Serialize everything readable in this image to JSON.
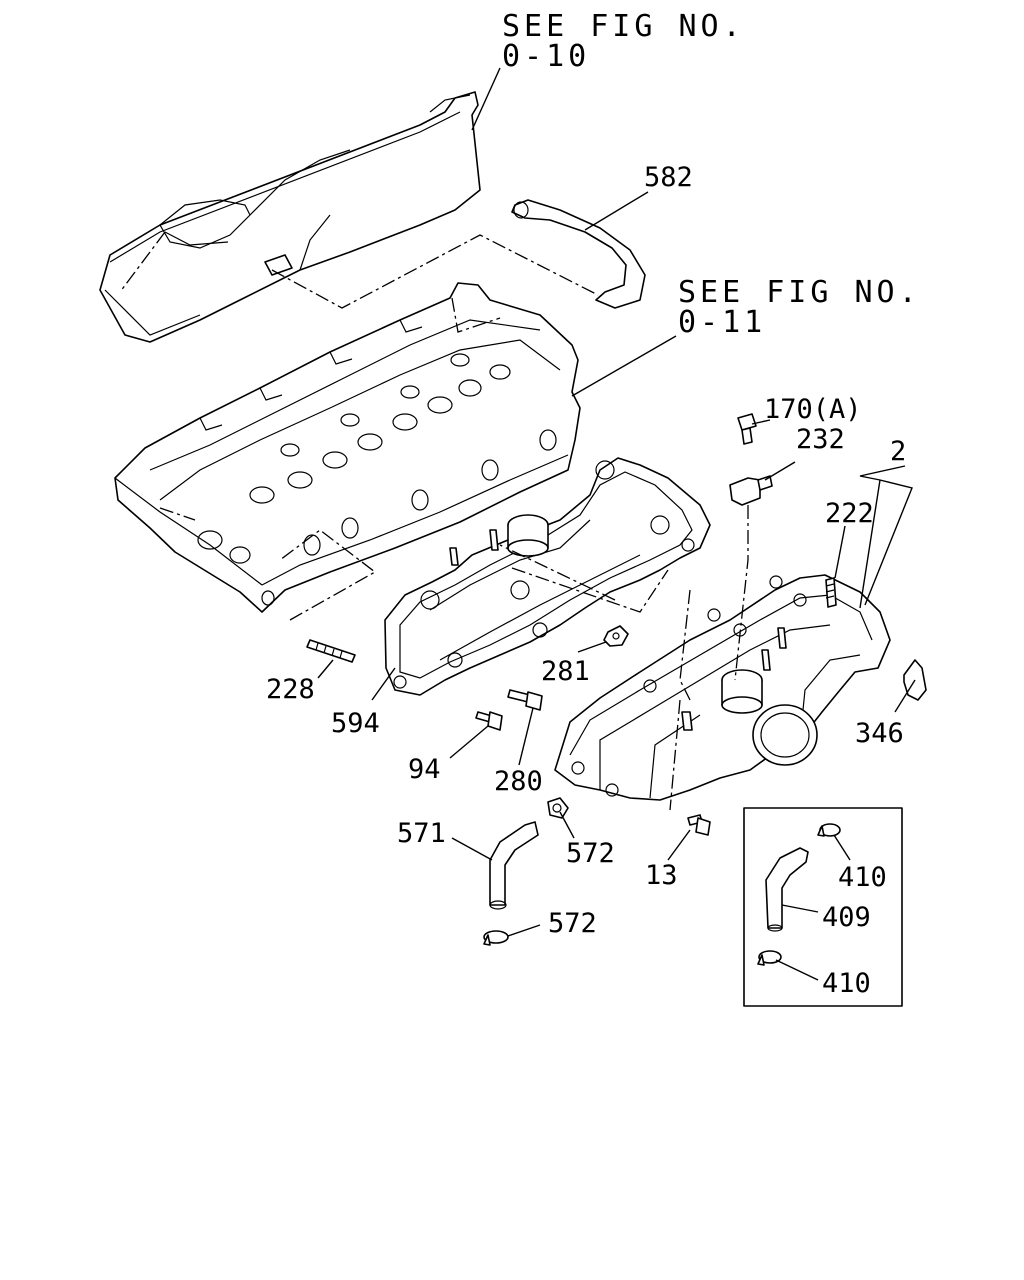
{
  "references": {
    "fig_0_10_line1": "SEE FIG NO.",
    "fig_0_10_line2": "0-10",
    "fig_0_11_line1": "SEE FIG NO.",
    "fig_0_11_line2": "0-11"
  },
  "callouts": {
    "p582": "582",
    "p170a": "170(A)",
    "p232": "232",
    "p2": "2",
    "p222": "222",
    "p228": "228",
    "p594": "594",
    "p281": "281",
    "p346": "346",
    "p94": "94",
    "p280": "280",
    "p571": "571",
    "p572a": "572",
    "p572b": "572",
    "p13": "13",
    "p410a": "410",
    "p409": "409",
    "p410b": "410"
  }
}
